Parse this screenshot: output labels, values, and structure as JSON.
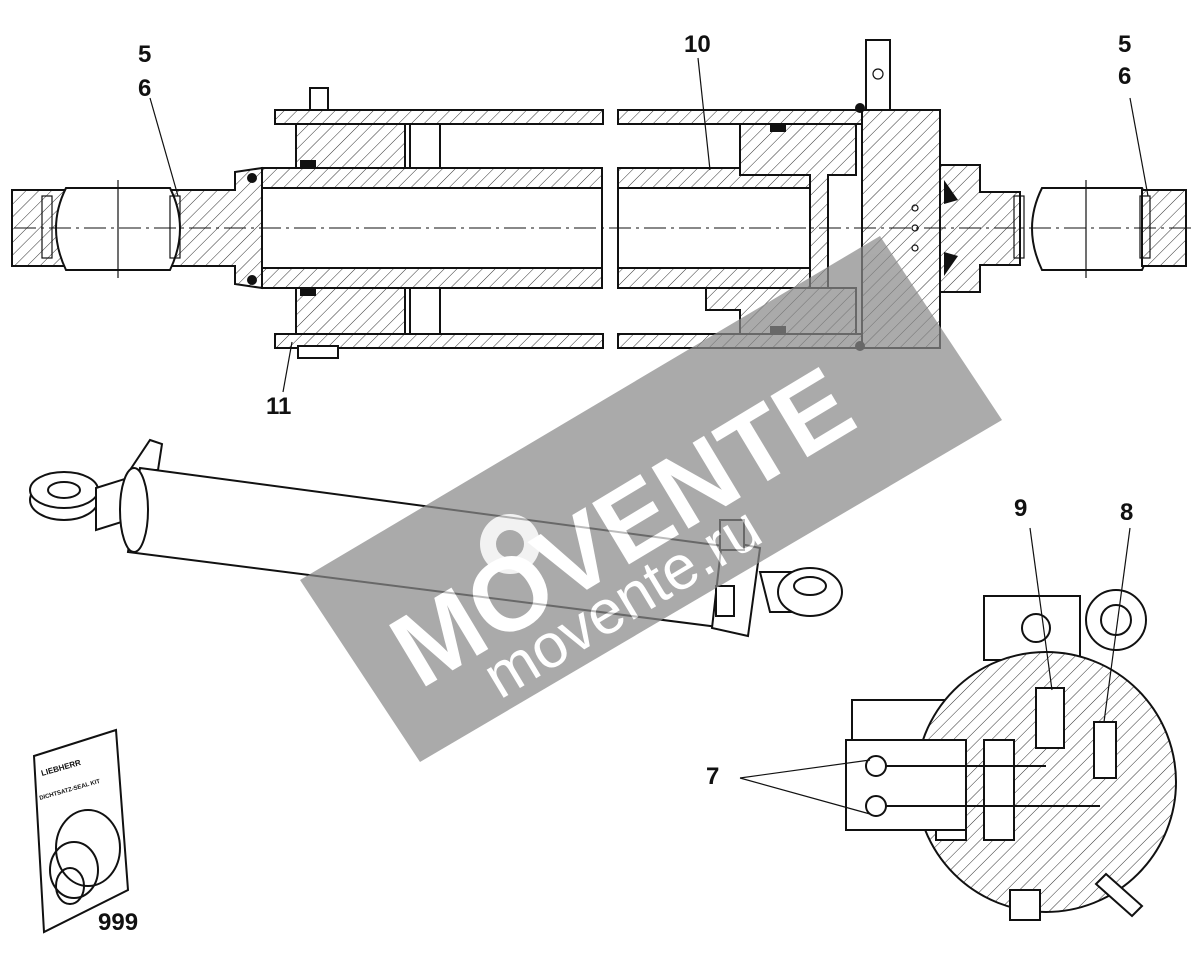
{
  "diagram": {
    "callouts": {
      "top_left_5": "5",
      "top_left_6": "6",
      "top_right_5": "5",
      "top_right_6": "6",
      "top_10": "10",
      "top_11": "11",
      "detail_9": "9",
      "detail_8": "8",
      "detail_7": "7",
      "kit_999": "999"
    },
    "seal_kit": {
      "brand": "LIEBHERR",
      "label": "DICHTSATZ-SEAL KIT"
    },
    "watermark": {
      "brand": "MOVENTE",
      "url": "movente.ru"
    }
  }
}
